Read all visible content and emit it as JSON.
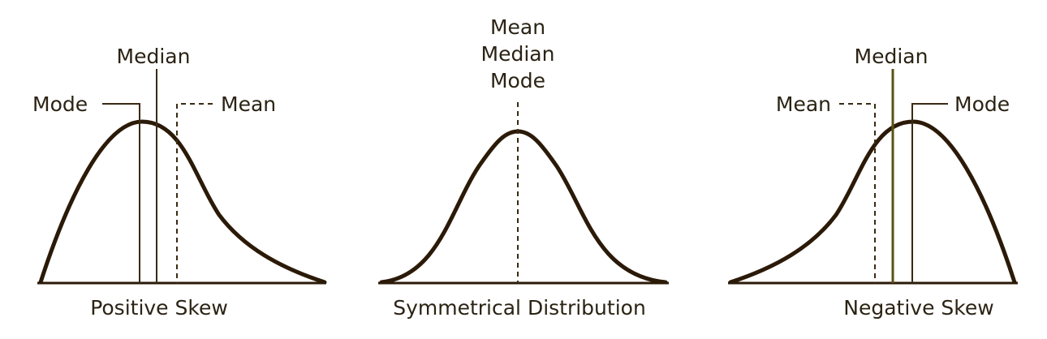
{
  "panels": [
    {
      "caption": "Positive Skew",
      "labels": {
        "mode": "Mode",
        "median": "Median",
        "mean": "Mean"
      }
    },
    {
      "caption": "Symmetrical Distribution",
      "labels": {
        "mean": "Mean",
        "median": "Median",
        "mode": "Mode"
      }
    },
    {
      "caption": "Negative Skew",
      "labels": {
        "mean": "Mean",
        "median": "Median",
        "mode": "Mode"
      }
    }
  ],
  "colors": {
    "curve": "#2b1a08",
    "text": "#2b2314",
    "median_line_negative": "#5b5212"
  }
}
